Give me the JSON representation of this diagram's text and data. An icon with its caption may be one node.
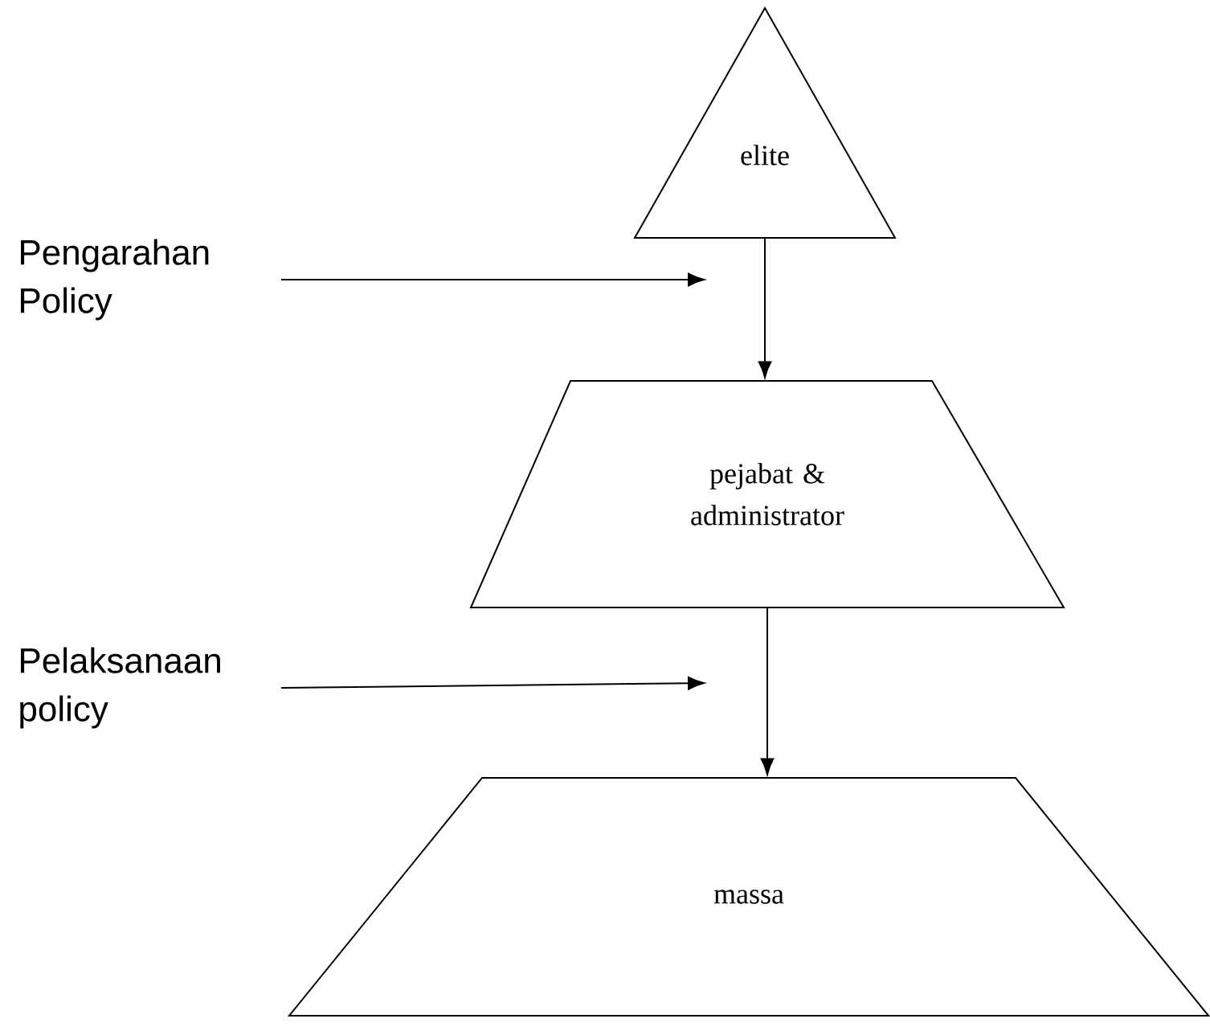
{
  "diagram": {
    "nodes": [
      {
        "text": [
          "elite"
        ]
      },
      {
        "text": [
          "pejabat & administrator"
        ]
      },
      {
        "text": [
          "massa"
        ]
      },
      {
        "text": [
          "Pengarahan Policy"
        ]
      },
      {
        "text": [
          "Pelaksanaan policy"
        ]
      }
    ],
    "edges": [
      {
        "from": 0,
        "to": 1,
        "arrow": "to"
      },
      {
        "from": 1,
        "to": 2,
        "arrow": "to"
      },
      {
        "from": 3,
        "to": null,
        "arrow": "to"
      },
      {
        "from": 4,
        "to": null,
        "arrow": "to"
      }
    ]
  }
}
